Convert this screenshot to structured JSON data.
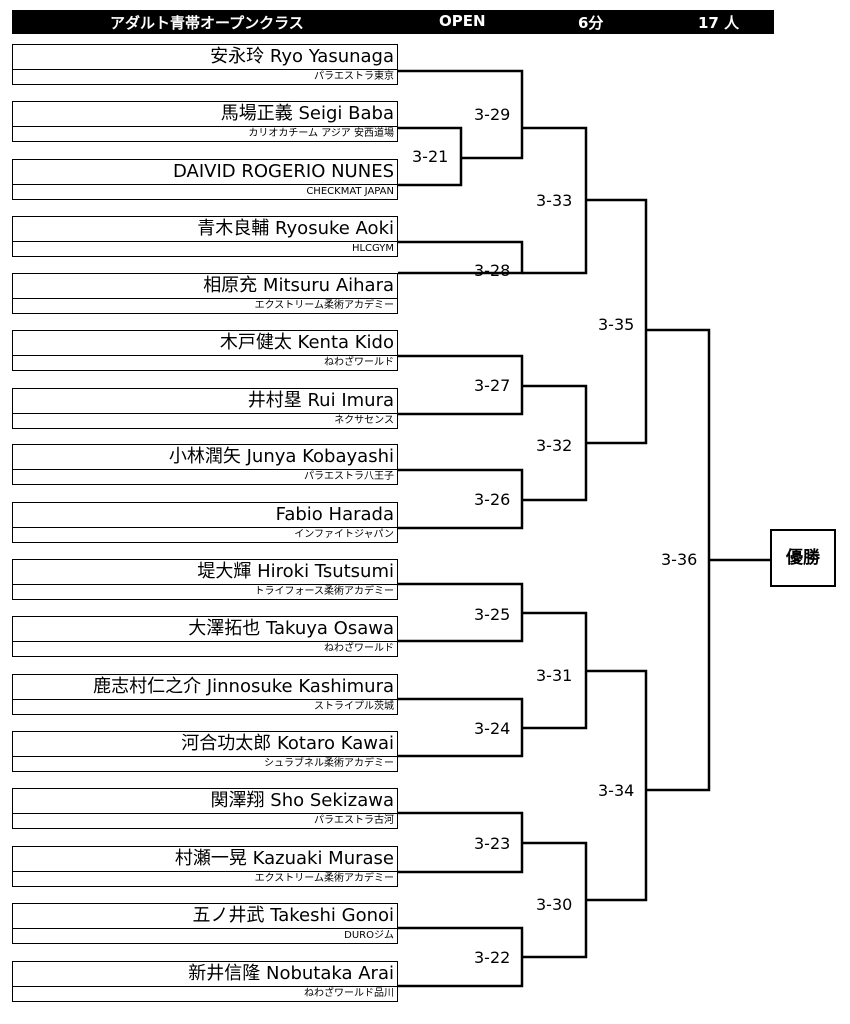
{
  "header": {
    "division": "アダルト青帯オープンクラス",
    "weight": "OPEN",
    "time": "6分",
    "count": "17 人"
  },
  "entries": [
    {
      "name": "安永玲 Ryo Yasunaga",
      "team": "パラエストラ東京"
    },
    {
      "name": "馬場正義 Seigi Baba",
      "team": "カリオカチーム アジア 安西道場"
    },
    {
      "name": "DAIVID ROGERIO NUNES",
      "team": "CHECKMAT JAPAN"
    },
    {
      "name": "青木良輔 Ryosuke Aoki",
      "team": "HLCGYM"
    },
    {
      "name": "相原充 Mitsuru Aihara",
      "team": "エクストリーム柔術アカデミー"
    },
    {
      "name": "木戸健太 Kenta Kido",
      "team": "ねわざワールド"
    },
    {
      "name": "井村塁 Rui Imura",
      "team": "ネクサセンス"
    },
    {
      "name": "小林潤矢 Junya Kobayashi",
      "team": "パラエストラ八王子"
    },
    {
      "name": "Fabio Harada",
      "team": "インファイトジャパン"
    },
    {
      "name": "堤大輝 Hiroki Tsutsumi",
      "team": "トライフォース柔術アカデミー"
    },
    {
      "name": "大澤拓也 Takuya Osawa",
      "team": "ねわざワールド"
    },
    {
      "name": "鹿志村仁之介 Jinnosuke Kashimura",
      "team": "ストライプル茨城"
    },
    {
      "name": "河合功太郎 Kotaro Kawai",
      "team": "シュラブネル柔術アカデミー"
    },
    {
      "name": "関澤翔 Sho Sekizawa",
      "team": "パラエストラ古河"
    },
    {
      "name": "村瀬一晃 Kazuaki Murase",
      "team": "エクストリーム柔術アカデミー"
    },
    {
      "name": "五ノ井武 Takeshi Gonoi",
      "team": "DUROジム"
    },
    {
      "name": "新井信隆 Nobutaka Arai",
      "team": "ねわざワールド品川"
    }
  ],
  "matches": [
    "3-21",
    "3-22",
    "3-23",
    "3-24",
    "3-25",
    "3-26",
    "3-27",
    "3-28",
    "3-29",
    "3-30",
    "3-31",
    "3-32",
    "3-33",
    "3-34",
    "3-35",
    "3-36"
  ],
  "winner_label": "優勝"
}
